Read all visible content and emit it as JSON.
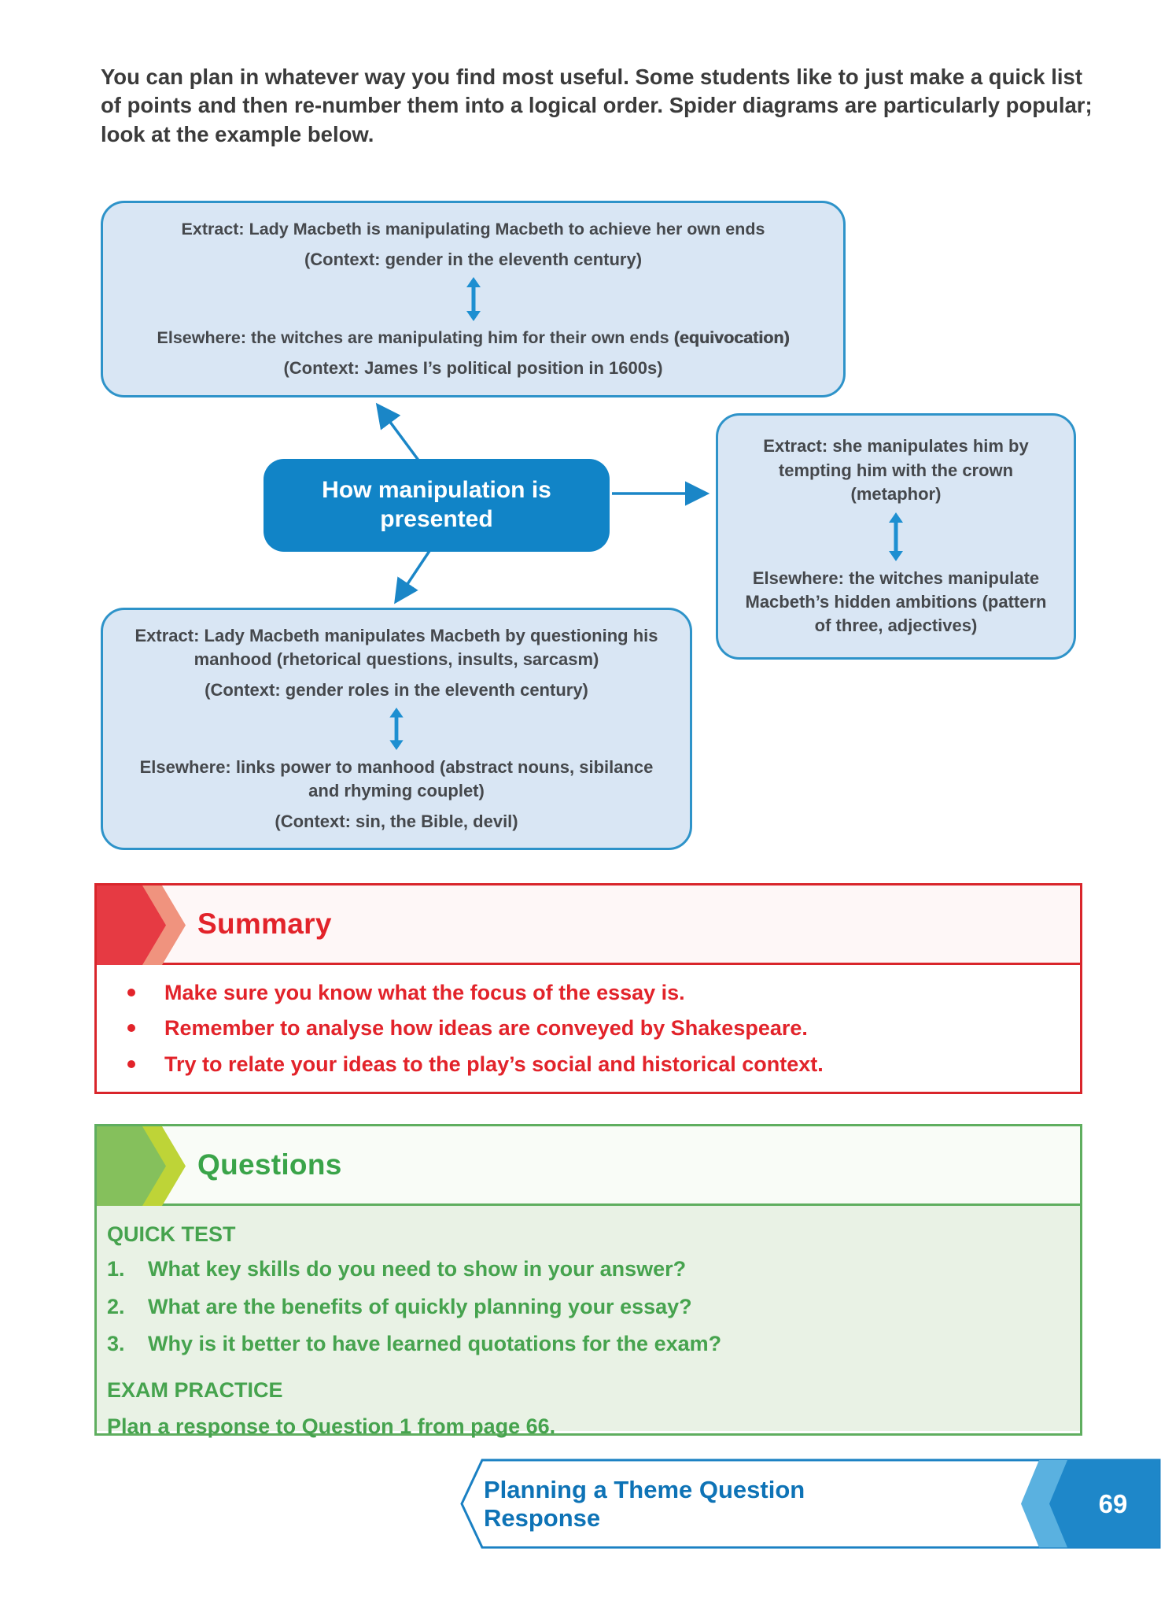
{
  "colors": {
    "diagram_node_blue": "#1184c7",
    "diagram_box_fill": "#d9e6f4",
    "diagram_box_border": "#2e93c9",
    "arrow_blue": "#1a86c7",
    "summary_red": "#e2232a",
    "questions_green": "#3aa449",
    "questions_body_bg": "#e9f2e5",
    "footer_blue": "#1e87c9"
  },
  "intro": {
    "text": "You can plan in whatever way you find most useful. Some students like to just make a quick list of points and then re-number them into a logical order. Spider diagrams are particularly popular; look at the example below."
  },
  "diagram": {
    "center_label": "How manipulation is presented",
    "top_box": {
      "extract": "Extract: Lady Macbeth is manipulating Macbeth to achieve her own ends",
      "context1": "(Context: gender in the eleventh century)",
      "elsewhere_prefix": "Elsewhere: the witches are manipulating him for their own ends ",
      "elsewhere_bold": "(equivocation)",
      "context2": "(Context: James I’s political position in 1600s)"
    },
    "right_box": {
      "extract": "Extract: she manipulates him by tempting him with the crown (metaphor)",
      "elsewhere": "Elsewhere: the witches manipulate Macbeth’s hidden ambitions (pattern of three, adjectives)"
    },
    "bottom_box": {
      "extract": "Extract: Lady Macbeth manipulates Macbeth by questioning his manhood (rhetorical questions, insults, sarcasm)",
      "context1": "(Context: gender roles in the eleventh century)",
      "elsewhere": "Elsewhere: links power to manhood (abstract nouns, sibilance and rhyming couplet)",
      "context2": "(Context: sin, the Bible, devil)"
    }
  },
  "summary": {
    "title": "Summary",
    "bullets": [
      "Make sure you know what the focus of the essay is.",
      "Remember to analyse how ideas are conveyed by Shakespeare.",
      "Try to relate your ideas to the play’s social and historical context."
    ]
  },
  "questions": {
    "title": "Questions",
    "quick_test_label": "QUICK TEST",
    "items": [
      {
        "num": "1.",
        "text": "What key skills do you need to show in your answer?"
      },
      {
        "num": "2.",
        "text": "What are the benefits of quickly planning your essay?"
      },
      {
        "num": "3.",
        "text": "Why is it better to have learned quotations for the exam?"
      }
    ],
    "exam_practice_label": "EXAM PRACTICE",
    "exam_practice_text": "Plan a response to Question 1 from page 66."
  },
  "footer": {
    "title": "Planning a Theme Question Response",
    "page_number": "69"
  }
}
